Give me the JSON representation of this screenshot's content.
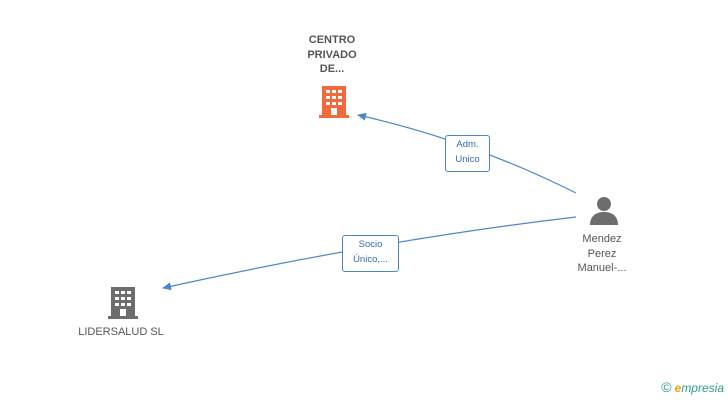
{
  "nodes": {
    "centro": {
      "label_lines": [
        "CENTRO",
        "PRIVADO",
        "DE..."
      ],
      "icon": "building-icon",
      "color": "#f26a3b"
    },
    "lidersalud": {
      "label": "LIDERSALUD SL",
      "icon": "building-icon",
      "color": "#6d6d6d"
    },
    "mendez": {
      "label_lines": [
        "Mendez",
        "Perez",
        "Manuel-..."
      ],
      "icon": "person-icon",
      "color": "#6d6d6d"
    }
  },
  "edges": [
    {
      "from": "mendez",
      "to": "centro",
      "label_lines": [
        "Adm.",
        "Unico"
      ]
    },
    {
      "from": "mendez",
      "to": "lidersalud",
      "label_lines": [
        "Socio",
        "Único,..."
      ]
    }
  ],
  "colors": {
    "edge": "#4a86d0",
    "edge_label_text": "#2f6fb5"
  },
  "brand": {
    "copyright": "©",
    "initial": "e",
    "rest": "mpresia"
  }
}
